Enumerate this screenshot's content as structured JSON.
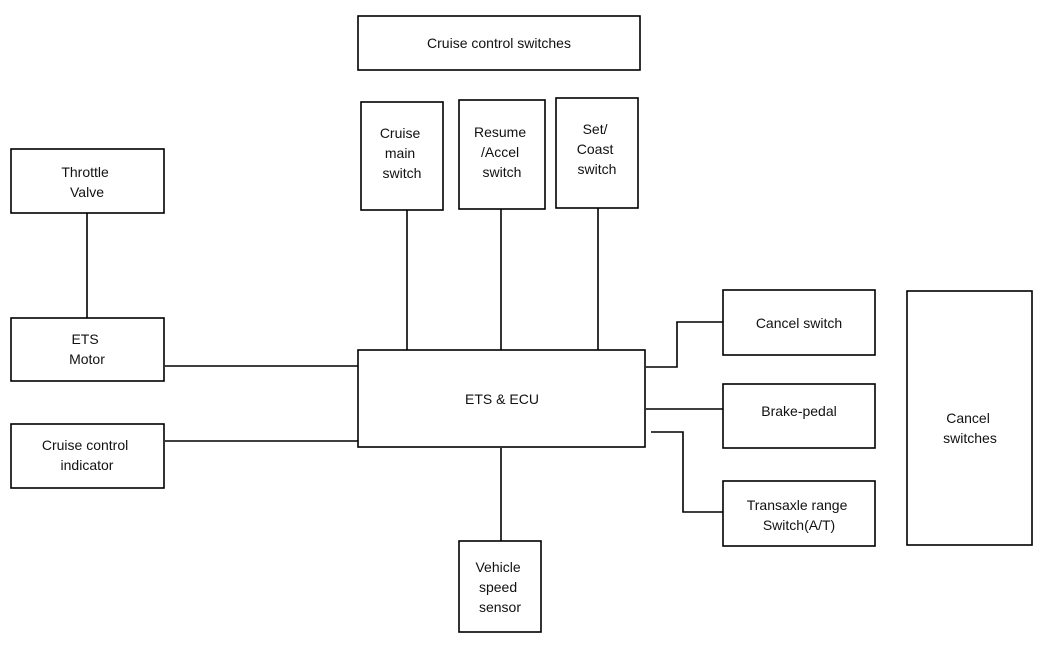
{
  "diagram": {
    "blocks": {
      "cruise_control_switches": "Cruise control switches",
      "cruise_main_switch": [
        "Cruise",
        "main",
        "switch"
      ],
      "resume_accel_switch": [
        "Resume",
        "/Accel",
        "switch"
      ],
      "set_coast_switch": [
        "Set/",
        "Coast",
        "switch"
      ],
      "throttle_valve": [
        "Throttle",
        "Valve"
      ],
      "ets_motor": [
        "ETS",
        "Motor"
      ],
      "cruise_control_indicator": [
        "Cruise control",
        "indicator"
      ],
      "ets_ecu": "ETS & ECU",
      "vehicle_speed_sensor": [
        "Vehicle",
        "speed",
        "sensor"
      ],
      "cancel_switch": "Cancel switch",
      "brake_pedal": "Brake-pedal",
      "transaxle_range_switch": [
        "Transaxle range",
        "Switch(A/T)"
      ],
      "cancel_switches": [
        "Cancel",
        "switches"
      ]
    }
  }
}
